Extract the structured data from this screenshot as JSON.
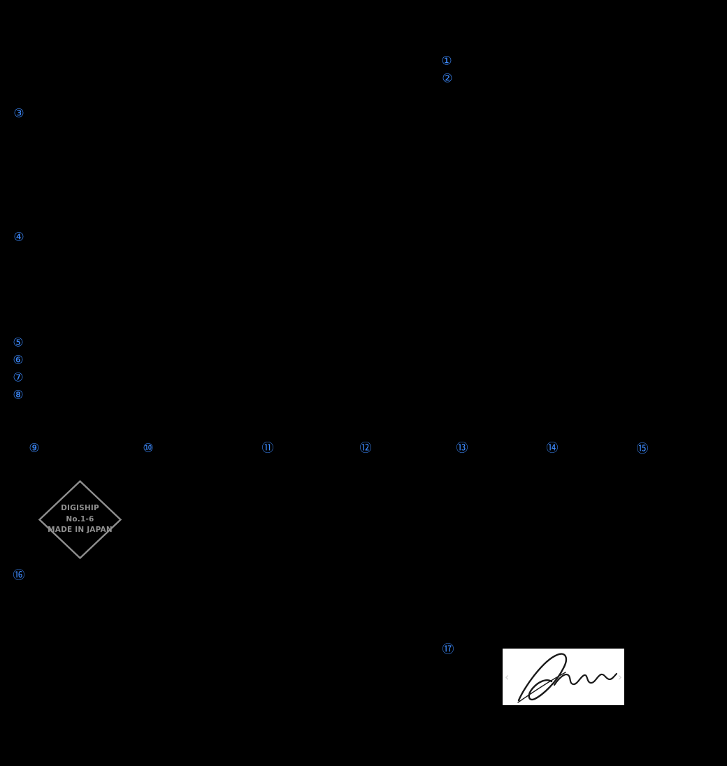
{
  "colors": {
    "marker-blue": "#3d8bff",
    "stamp-gray": "#8f8f8f",
    "signature-ink": "#1a1a1a",
    "chevron-gray": "#cfcfcf",
    "page-bg": "#000000",
    "sigbox-bg": "#ffffff"
  },
  "annotations": {
    "markers": [
      {
        "label": "①"
      },
      {
        "label": "②"
      },
      {
        "label": "③"
      },
      {
        "label": "④"
      },
      {
        "label": "⑤"
      },
      {
        "label": "⑥"
      },
      {
        "label": "⑦"
      },
      {
        "label": "⑧"
      },
      {
        "label": "⑨"
      },
      {
        "label": "⑩"
      },
      {
        "label": "⑪"
      },
      {
        "label": "⑫"
      },
      {
        "label": "⑬"
      },
      {
        "label": "⑭"
      },
      {
        "label": "⑮"
      },
      {
        "label": "⑯"
      },
      {
        "label": "⑰"
      }
    ]
  },
  "stamp": {
    "line1": "DIGISHIP",
    "line2": "No.1-6",
    "line3": "MADE IN JAPAN"
  },
  "signature_box": {
    "prev_arrow": "‹",
    "next_arrow": "›"
  }
}
